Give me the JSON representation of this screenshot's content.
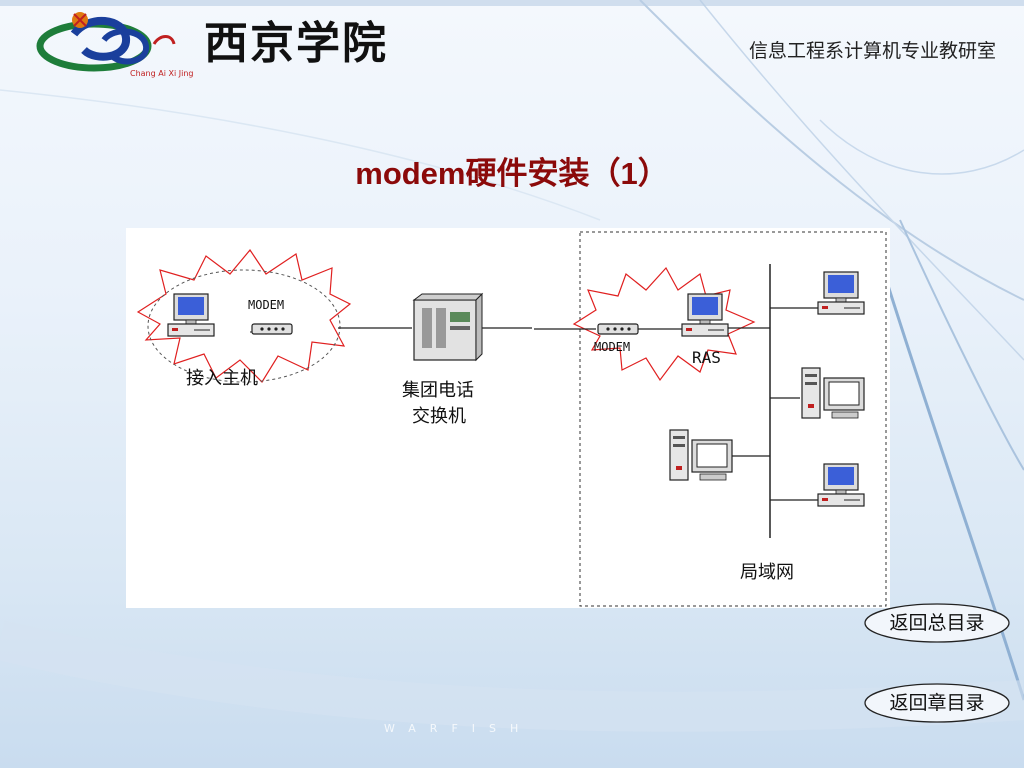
{
  "header": {
    "school_name": "西京学院",
    "logo_caption": "Chang Ai Xi Jing",
    "department": "信息工程系计算机专业教研室"
  },
  "title": "modem硬件安装（1）",
  "diagram": {
    "modem_left": "MODEM",
    "access_host": "接入主机",
    "exchange_line1": "集团电话",
    "exchange_line2": "交换机",
    "modem_right": "MODEM",
    "ras": "RAS",
    "lan": "局域网"
  },
  "nav": {
    "back_main": "返回总目录",
    "back_chapter": "返回章目录"
  },
  "watermark": "WARFISH",
  "colors": {
    "title": "#8b0a0a",
    "burst": "#e02020",
    "background": "#e9f1fa"
  }
}
